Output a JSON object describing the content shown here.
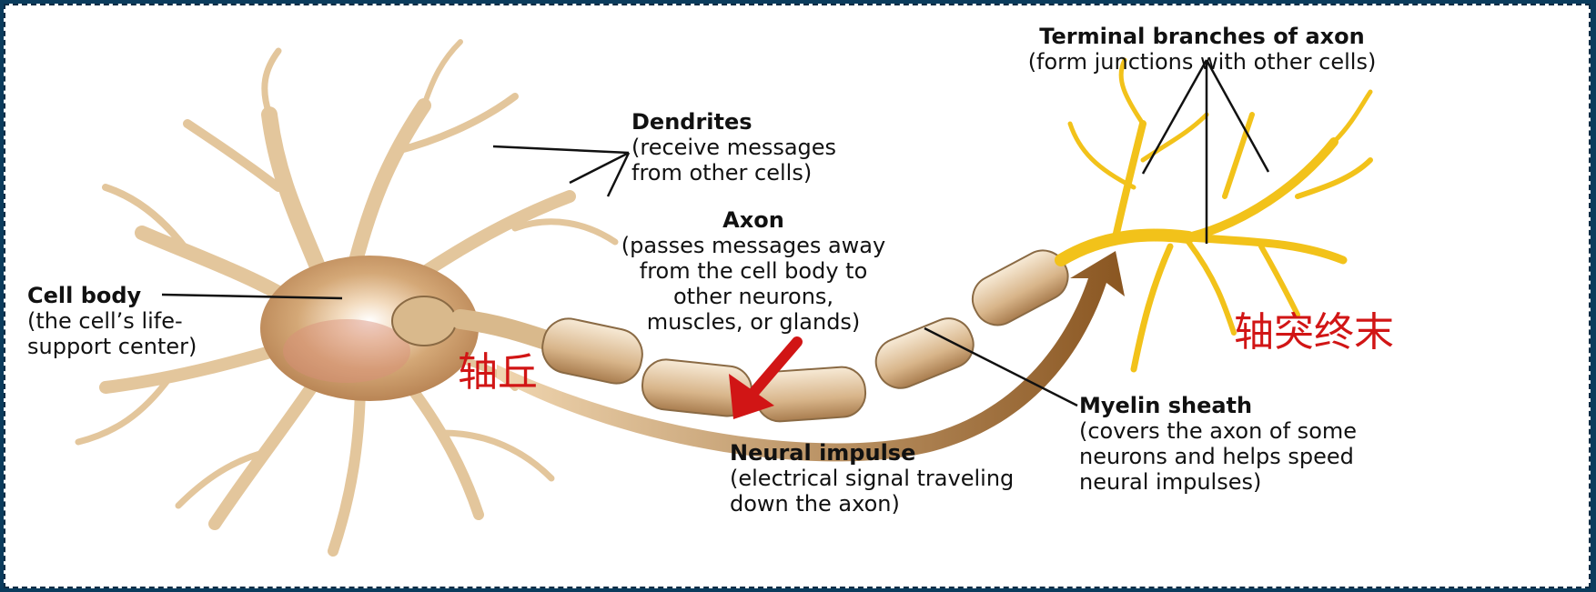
{
  "labels": {
    "terminal": {
      "title": "Terminal branches of axon",
      "desc": "(form junctions with other cells)"
    },
    "dendrites": {
      "title": "Dendrites",
      "desc1": "(receive messages",
      "desc2": "from other cells)"
    },
    "axon": {
      "title": "Axon",
      "desc1": "(passes messages away",
      "desc2": "from the cell body to",
      "desc3": "other neurons,",
      "desc4": "muscles, or glands)"
    },
    "cell_body": {
      "title": "Cell body",
      "desc1": "(the cell’s life-",
      "desc2": "support center)"
    },
    "myelin": {
      "title": "Myelin sheath",
      "desc1": "(covers the axon of some",
      "desc2": "neurons and helps speed",
      "desc3": "neural impulses)"
    },
    "impulse": {
      "title": "Neural impulse",
      "desc1": "(electrical signal traveling",
      "desc2": "down the axon)"
    }
  },
  "annotations": {
    "axon_hillock": "轴丘",
    "axon_terminal": "轴突终末"
  },
  "colors": {
    "background": "#0b3c5d",
    "annotation": "#d11515",
    "dendrite": "#e9d0a8",
    "terminal": "#f5c518",
    "impulse_arrow": "#a06a2c"
  }
}
